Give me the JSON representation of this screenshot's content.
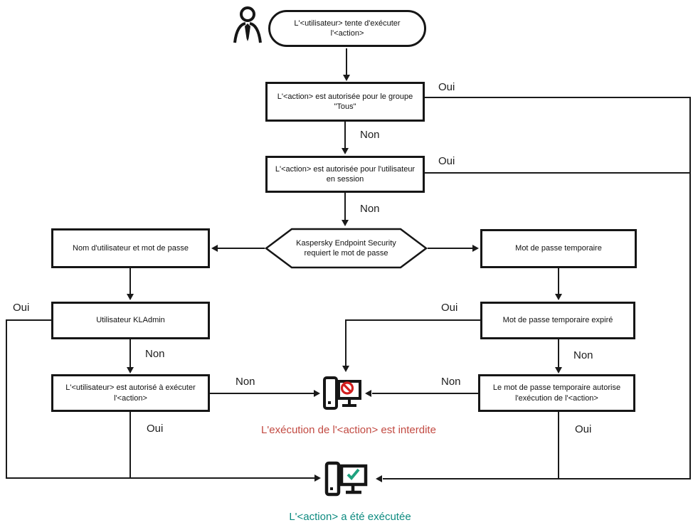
{
  "diagram": {
    "title_hint": "Flux d'autorisation par mot de passe Kaspersky Endpoint Security",
    "nodes": {
      "start": "L'<utilisateur> tente d'exécuter l'<action>",
      "group_allowed": "L'<action> est autorisée pour le groupe \"Tous\"",
      "session_allowed": "L'<action> est autorisée pour l'utilisateur en session",
      "requires_password": "Kaspersky Endpoint Security requiert le mot de passe",
      "username_password": "Nom d'utilisateur et mot de passe",
      "temp_password": "Mot de passe temporaire",
      "kladmin": "Utilisateur KLAdmin",
      "temp_expired": "Mot de passe temporaire expiré",
      "user_authorized": "L'<utilisateur> est autorisé à exécuter l'<action>",
      "temp_authorizes": "Le mot de passe temporaire autorise l'exécution de l'<action>"
    },
    "labels": {
      "yes": "Oui",
      "no": "Non"
    },
    "results": {
      "forbidden": "L'exécution de l'<action> est interdite",
      "executed": "L'<action> a été exécutée"
    },
    "colors": {
      "line": "#1a1a1a",
      "box_border": "#161616",
      "forbidden_text": "#c24a42",
      "forbidden_symbol": "#d21f1f",
      "success_text": "#0d8b80",
      "success_check": "#1ea27f"
    },
    "icons": [
      "user-icon",
      "computer-blocked-icon",
      "computer-success-icon"
    ]
  }
}
